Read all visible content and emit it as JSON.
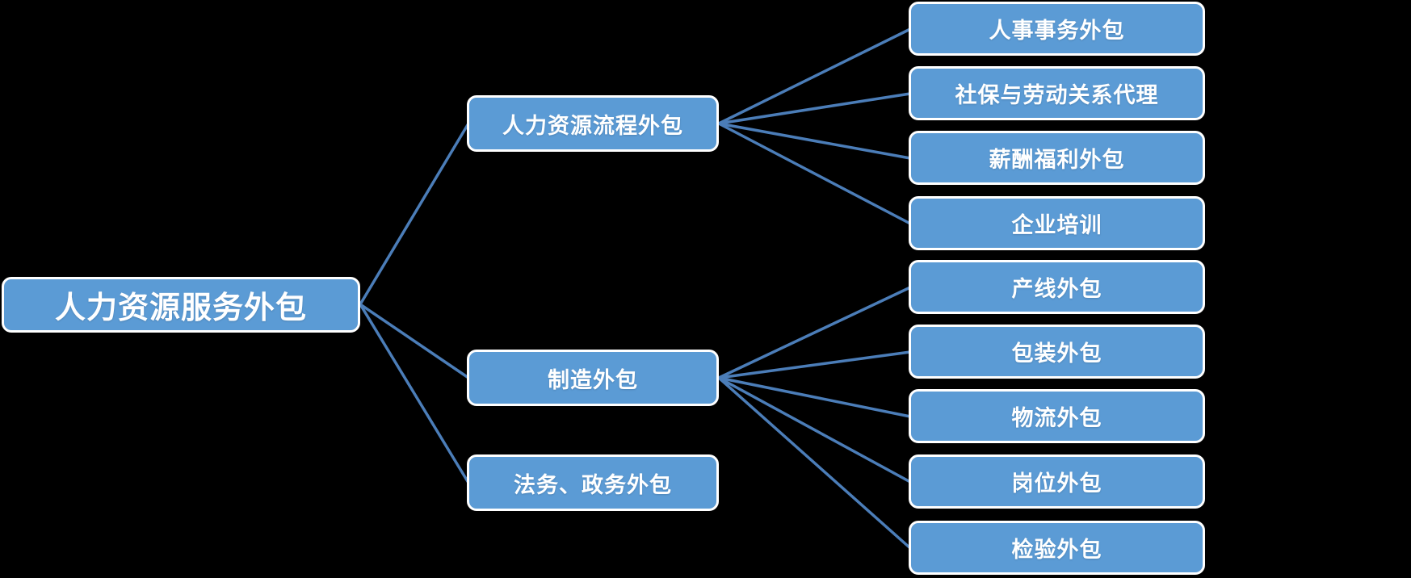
{
  "diagram": {
    "type": "tree",
    "title": "人力资源服务外包",
    "root": {
      "label": "人力资源服务外包"
    },
    "branches": [
      {
        "label": "人力资源流程外包",
        "children": [
          "人事事务外包",
          "社保与劳动关系代理",
          "薪酬福利外包",
          "企业培训"
        ]
      },
      {
        "label": "制造外包",
        "children": [
          "产线外包",
          "包装外包",
          "物流外包",
          "岗位外包",
          "检验外包"
        ]
      },
      {
        "label": "法务、政务外包",
        "children": []
      }
    ],
    "colors": {
      "node_fill": "#5B9BD5",
      "node_border": "#FFFFFF",
      "node_text": "#FFFFFF",
      "connector": "#4B7DB8",
      "background": "#000000"
    }
  }
}
